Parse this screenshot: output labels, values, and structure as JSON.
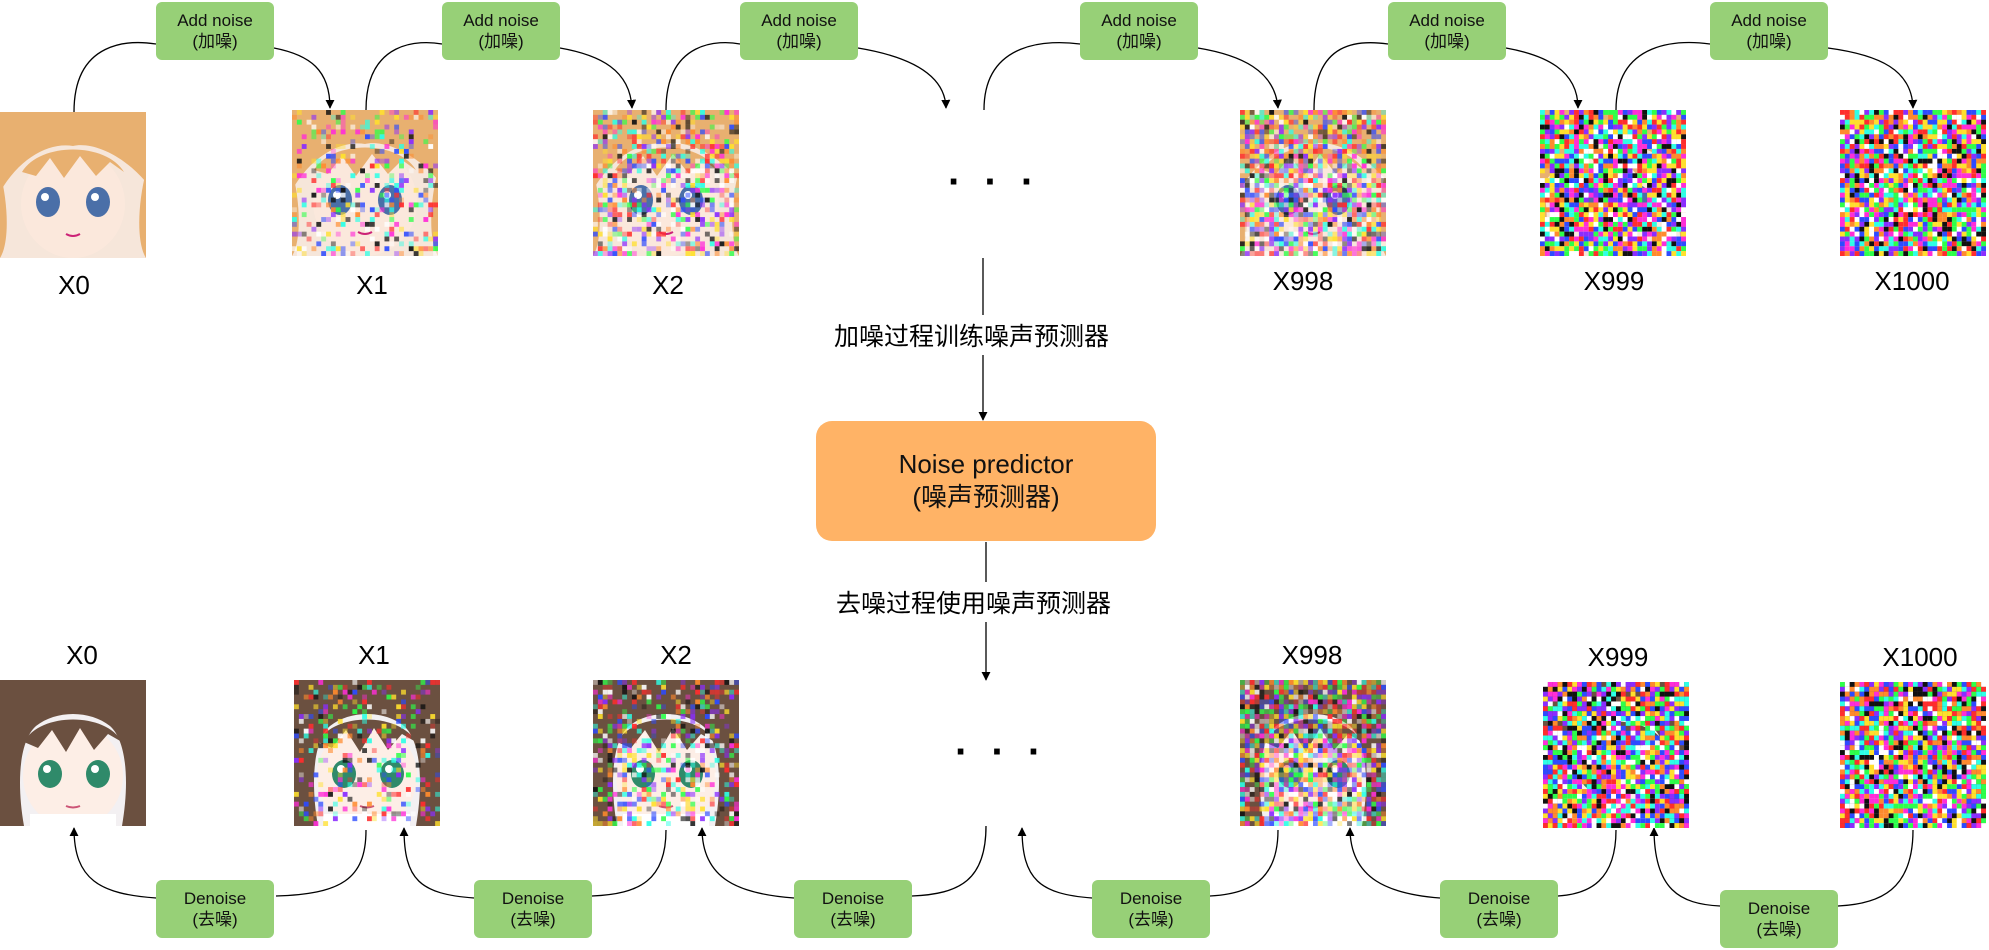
{
  "forward": {
    "pill_title": "Add noise",
    "pill_sub": "(加噪)",
    "labels": [
      "X0",
      "X1",
      "X2",
      "X998",
      "X999",
      "X1000"
    ],
    "noise_levels": [
      0,
      0.35,
      0.55,
      0.85,
      0.97,
      1.0
    ]
  },
  "reverse": {
    "pill_title": "Denoise",
    "pill_sub": "(去噪)",
    "labels": [
      "X0",
      "X1",
      "X2",
      "X998",
      "X999",
      "X1000"
    ],
    "noise_levels": [
      0,
      0.3,
      0.5,
      0.88,
      0.98,
      1.0
    ]
  },
  "ellipsis": "· · ·",
  "train_caption": "加噪过程训练噪声预测器",
  "use_caption": "去噪过程使用噪声预测器",
  "predictor": {
    "title": "Noise predictor",
    "subtitle": "(噪声预测器)"
  },
  "colors": {
    "pill": "#97d077",
    "predictor": "#ffb366",
    "line": "#000000"
  }
}
